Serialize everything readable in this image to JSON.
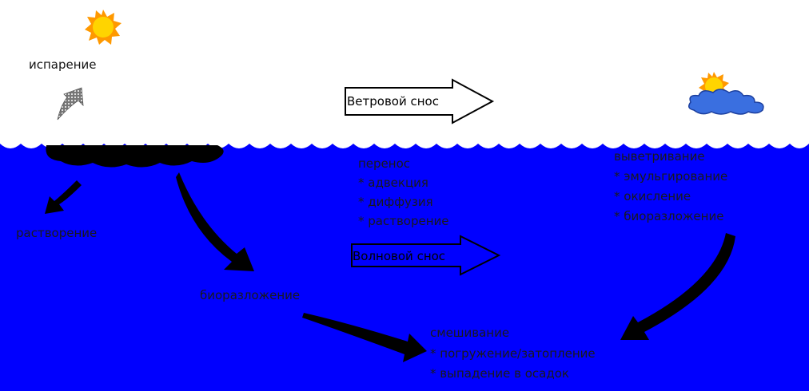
{
  "labels": {
    "evaporation": "испарение",
    "wind_drift": "Ветровой снос",
    "wave_drift": "Волновой снос",
    "dissolution_left": "растворение",
    "biodegradation_left": "биоразложение",
    "transport_title": "перенос",
    "transport_items": [
      "* адвекция",
      "* диффузия",
      "* растворение"
    ],
    "weathering_title": "выветривание",
    "weathering_items": [
      "* эмульгирование",
      "* окисление",
      "* биоразложение"
    ],
    "mixing_title": "смешивание",
    "mixing_items": [
      "* погружение/затопление",
      "* выпадение в осадок"
    ]
  },
  "icons": {
    "sun": "sun-icon",
    "cloud_sun": "cloud-sun-icon",
    "vapor": "vapor-plume-icon"
  },
  "colors": {
    "sea": "#0000ff",
    "sky": "#ffffff",
    "oil": "#000000",
    "sun": "#ffd400",
    "sun_rays": "#ff9900",
    "cloud": "#3a6fe0",
    "text": "#1a1a1a"
  }
}
